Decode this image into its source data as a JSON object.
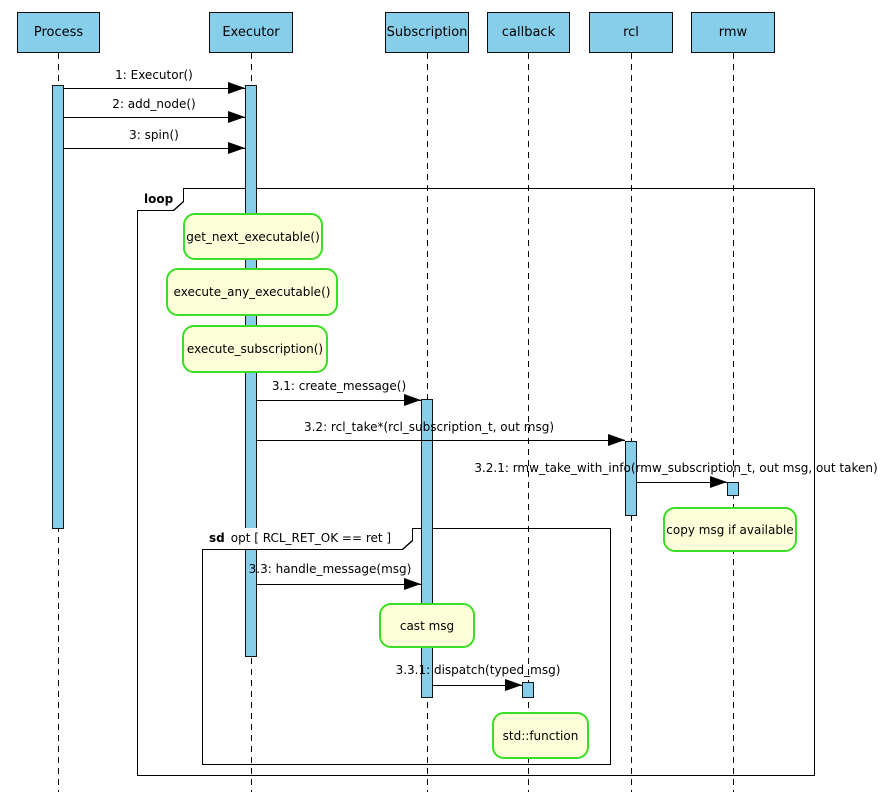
{
  "diagram_type": "uml-sequence-diagram",
  "colors": {
    "participant_fill": "#87CEEB",
    "participant_border": "#0c0c0c",
    "activation_fill": "#87CEEB",
    "action_fill": "#FDFFD9",
    "action_border": "#3ADF25",
    "frame_border": "#000000",
    "text": "#000000",
    "background": "#ffffff"
  },
  "participants": [
    {
      "label": "Process"
    },
    {
      "label": "Executor"
    },
    {
      "label": "Subscription"
    },
    {
      "label": "callback"
    },
    {
      "label": "rcl"
    },
    {
      "label": "rmw"
    }
  ],
  "messages": [
    {
      "label": "1: Executor()",
      "from": "Process",
      "to": "Executor"
    },
    {
      "label": "2: add_node()",
      "from": "Process",
      "to": "Executor"
    },
    {
      "label": "3: spin()",
      "from": "Process",
      "to": "Executor"
    },
    {
      "label": "3.1: create_message()",
      "from": "Executor",
      "to": "Subscription"
    },
    {
      "label": "3.2: rcl_take*(rcl_subscription_t, out msg)",
      "from": "Executor",
      "to": "rcl"
    },
    {
      "label": "3.2.1: rmw_take_with_info(rmw_subscription_t, out msg, out taken)",
      "from": "rcl",
      "to": "rmw"
    },
    {
      "label": "3.3: handle_message(msg)",
      "from": "Executor",
      "to": "Subscription"
    },
    {
      "label": "3.3.1: dispatch(typed_msg)",
      "from": "Subscription",
      "to": "callback"
    }
  ],
  "actions": [
    {
      "label": "get_next_executable()",
      "over": "Executor"
    },
    {
      "label": "execute_any_executable()",
      "over": "Executor"
    },
    {
      "label": "execute_subscription()",
      "over": "Executor"
    },
    {
      "label": "copy msg if available",
      "over": "rmw"
    },
    {
      "label": "cast msg",
      "over": "Subscription"
    },
    {
      "label": "std::function",
      "over": "callback"
    }
  ],
  "fragments": [
    {
      "keyword": "loop",
      "condition": ""
    },
    {
      "keyword": "sd",
      "condition": "opt [ RCL_RET_OK == ret ]"
    }
  ]
}
